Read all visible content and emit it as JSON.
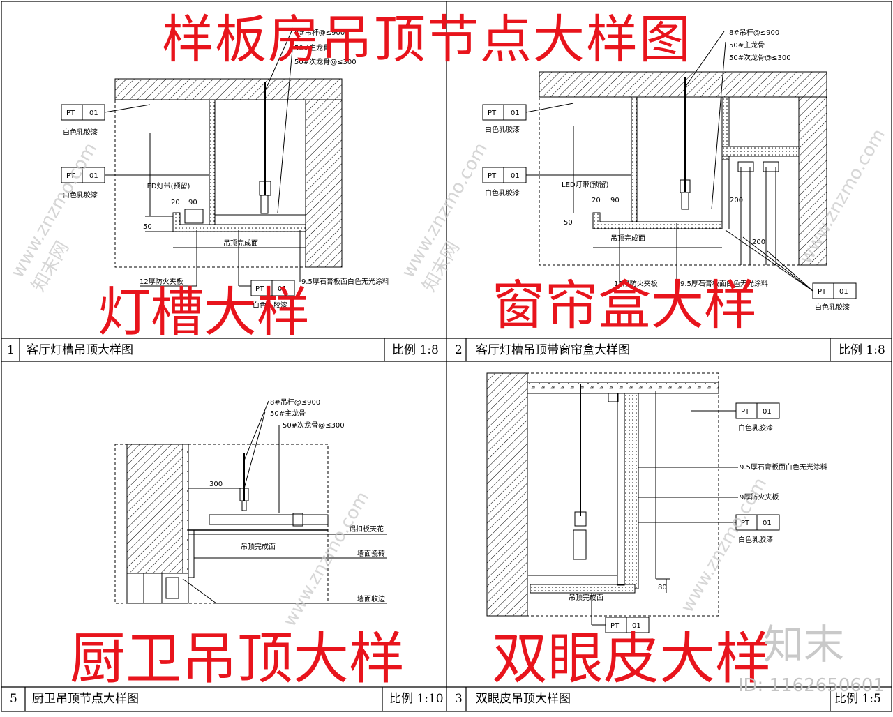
{
  "titles": {
    "main": "样板房吊顶节点大样图",
    "panel1": "灯槽大样",
    "panel2": "窗帘盒大样",
    "panel3": "厨卫吊顶大样",
    "panel4": "双眼皮大样"
  },
  "title_bars": {
    "p1": {
      "num": "1",
      "name": "客厅灯槽吊顶大样图",
      "scale": "比例 1:8"
    },
    "p2": {
      "num": "2",
      "name": "客厅灯槽吊顶带窗帘盒大样图",
      "scale": "比例 1:8"
    },
    "p3": {
      "num": "5",
      "name": "厨卫吊顶节点大样图",
      "scale": "比例 1:10"
    },
    "p4": {
      "num": "3",
      "name": "双眼皮吊顶大样图",
      "scale": "比例 1:5"
    }
  },
  "tags": {
    "code": "PT",
    "num": "01"
  },
  "annotations": {
    "white_latex": "白色乳胶漆",
    "dim_20": "20",
    "dim_90": "90",
    "dim_50": "50",
    "dim_200": "200",
    "dim_80": "80",
    "dim_300": "300",
    "hanger_900": "8#吊杆@≤900",
    "keel_50": "50#主龙骨",
    "keel_50_sub": "50#次龙骨@≤300",
    "led_strip": "LED灯带(预留)",
    "fireboard_12": "12厚防火夹板",
    "gypsum_95": "9.5厚石膏板面白色无光涂料",
    "fireboard_9": "9厚防火夹板",
    "ceiling_level": "吊顶完成面",
    "aluminum_gusset": "铝扣板天花",
    "wall_tile": "墙面瓷砖",
    "edge_trim": "墙面收边"
  },
  "colors": {
    "title_red": "#e8141c",
    "line": "#000000",
    "watermark": "#bdbdbd"
  },
  "watermark": {
    "logo": "知末",
    "id": "ID: 1162650601",
    "site": "www.znzmo.com",
    "brand": "知末网"
  }
}
